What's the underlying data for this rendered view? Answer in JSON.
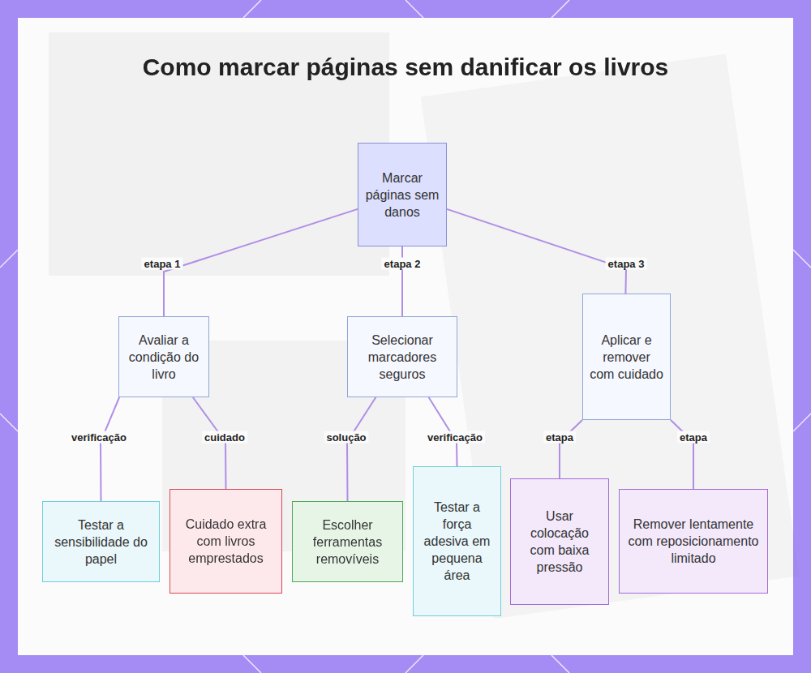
{
  "diagram": {
    "title": "Como marcar páginas sem danificar os livros",
    "nodes": [
      {
        "text": [
          "Marcar páginas sem danos"
        ]
      },
      {
        "text": [
          "Avaliar a condição do livro"
        ]
      },
      {
        "text": [
          "Selecionar marcadores seguros"
        ]
      },
      {
        "text": [
          "Aplicar e remover com cuidado"
        ]
      },
      {
        "text": [
          "Testar a sensibilidade do papel"
        ]
      },
      {
        "text": [
          "Cuidado extra com livros emprestados"
        ]
      },
      {
        "text": [
          "Escolher ferramentas removíveis"
        ]
      },
      {
        "text": [
          "Testar a força adesiva em pequena área"
        ]
      },
      {
        "text": [
          "Usar colocação com baixa pressão"
        ]
      },
      {
        "text": [
          "Remover lentamente com reposicionamento limitado"
        ]
      }
    ],
    "edges": [
      {
        "from": 0,
        "to": 1,
        "label": "etapa 1",
        "arrow": "none"
      },
      {
        "from": 0,
        "to": 2,
        "label": "etapa 2",
        "arrow": "none"
      },
      {
        "from": 0,
        "to": 3,
        "label": "etapa 3",
        "arrow": "none"
      },
      {
        "from": 1,
        "to": 4,
        "label": "verificação",
        "arrow": "none"
      },
      {
        "from": 1,
        "to": 5,
        "label": "cuidado",
        "arrow": "none"
      },
      {
        "from": 2,
        "to": 6,
        "label": "solução",
        "arrow": "none"
      },
      {
        "from": 2,
        "to": 7,
        "label": "verificação",
        "arrow": "none"
      },
      {
        "from": 3,
        "to": 8,
        "label": "etapa",
        "arrow": "none"
      },
      {
        "from": 3,
        "to": 9,
        "label": "etapa",
        "arrow": "none"
      }
    ]
  }
}
